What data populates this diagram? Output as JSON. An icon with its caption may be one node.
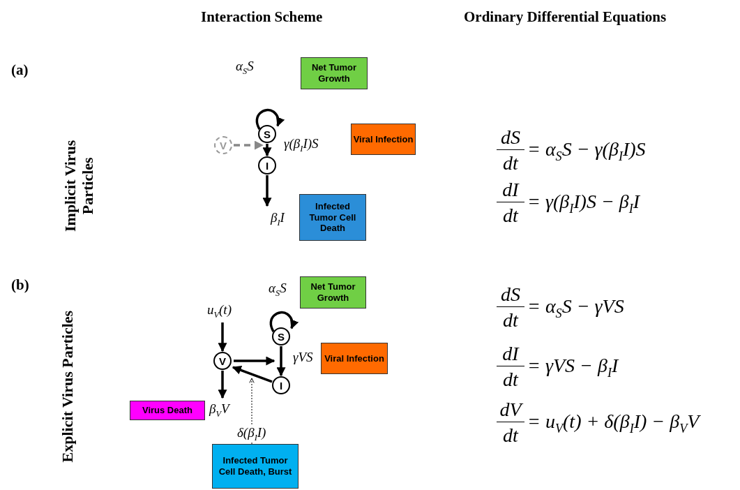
{
  "diagram": {
    "nodes": [
      {
        "text": [
          "S"
        ]
      },
      {
        "text": [
          "V"
        ]
      },
      {
        "text": [
          "I"
        ]
      },
      {
        "text": [
          "Net Tumor Growth"
        ]
      },
      {
        "text": [
          "Viral Infection"
        ]
      },
      {
        "text": [
          "Infected Tumor Cell Death"
        ]
      },
      {
        "text": [
          "S"
        ]
      },
      {
        "text": [
          "V"
        ]
      },
      {
        "text": [
          "I"
        ]
      },
      {
        "text": [
          "Net Tumor Growth"
        ]
      },
      {
        "text": [
          "Viral Infection"
        ]
      },
      {
        "text": [
          "Virus Death"
        ]
      },
      {
        "text": [
          "Infected Tumor Cell Death, Burst"
        ]
      }
    ],
    "edges": [
      {
        "from": 0,
        "to": 0,
        "arrow": "to",
        "label": "α$_{S}$S"
      },
      {
        "from": 0,
        "to": 2,
        "arrow": "to",
        "label": "γ(β$_{I}$I)S"
      },
      {
        "from": 1,
        "to": 0,
        "arrow": "to",
        "style": "dashed",
        "color": "#888888"
      },
      {
        "from": 2,
        "to": null,
        "arrow": "to",
        "label": "β$_{I}$I"
      },
      {
        "from": null,
        "to": 7,
        "arrow": "to",
        "label": "u$_{V}$(t)"
      },
      {
        "from": 7,
        "to": 6,
        "arrow": "to"
      },
      {
        "from": 8,
        "to": 7,
        "arrow": "to"
      },
      {
        "from": 7,
        "to": 11,
        "arrow": "to",
        "label": "β$_{V}$V"
      },
      {
        "from": 6,
        "to": 6,
        "arrow": "to",
        "label": "α$_{S}$S"
      },
      {
        "from": 6,
        "to": 8,
        "arrow": "to",
        "label": "γVS"
      },
      {
        "from": 12,
        "to": null,
        "arrow": "to",
        "style": "dashed",
        "label": "δ(β$_{I}$I)"
      }
    ],
    "labels": [
      "Interaction Scheme",
      "Ordinary Differential Equations",
      "(**a**)",
      "Implicit Virus Particles",
      "dS",
      "dt",
      "= α$_{S}$S − γ(β$_{I}$I)S",
      "dI",
      "dt",
      "= γ(β$_{I}$I)S − β$_{I}$I",
      "(**b**)",
      "Explicit Virus Particles",
      "dS",
      "dt",
      "= α$_{S}$S − γVS",
      "dI",
      "dt",
      "= γVS − β$_{I}$I",
      "dV",
      "dt",
      "= u$_{V}$(t) + δ(β$_{I}$I) − β$_{V}$V"
    ]
  }
}
